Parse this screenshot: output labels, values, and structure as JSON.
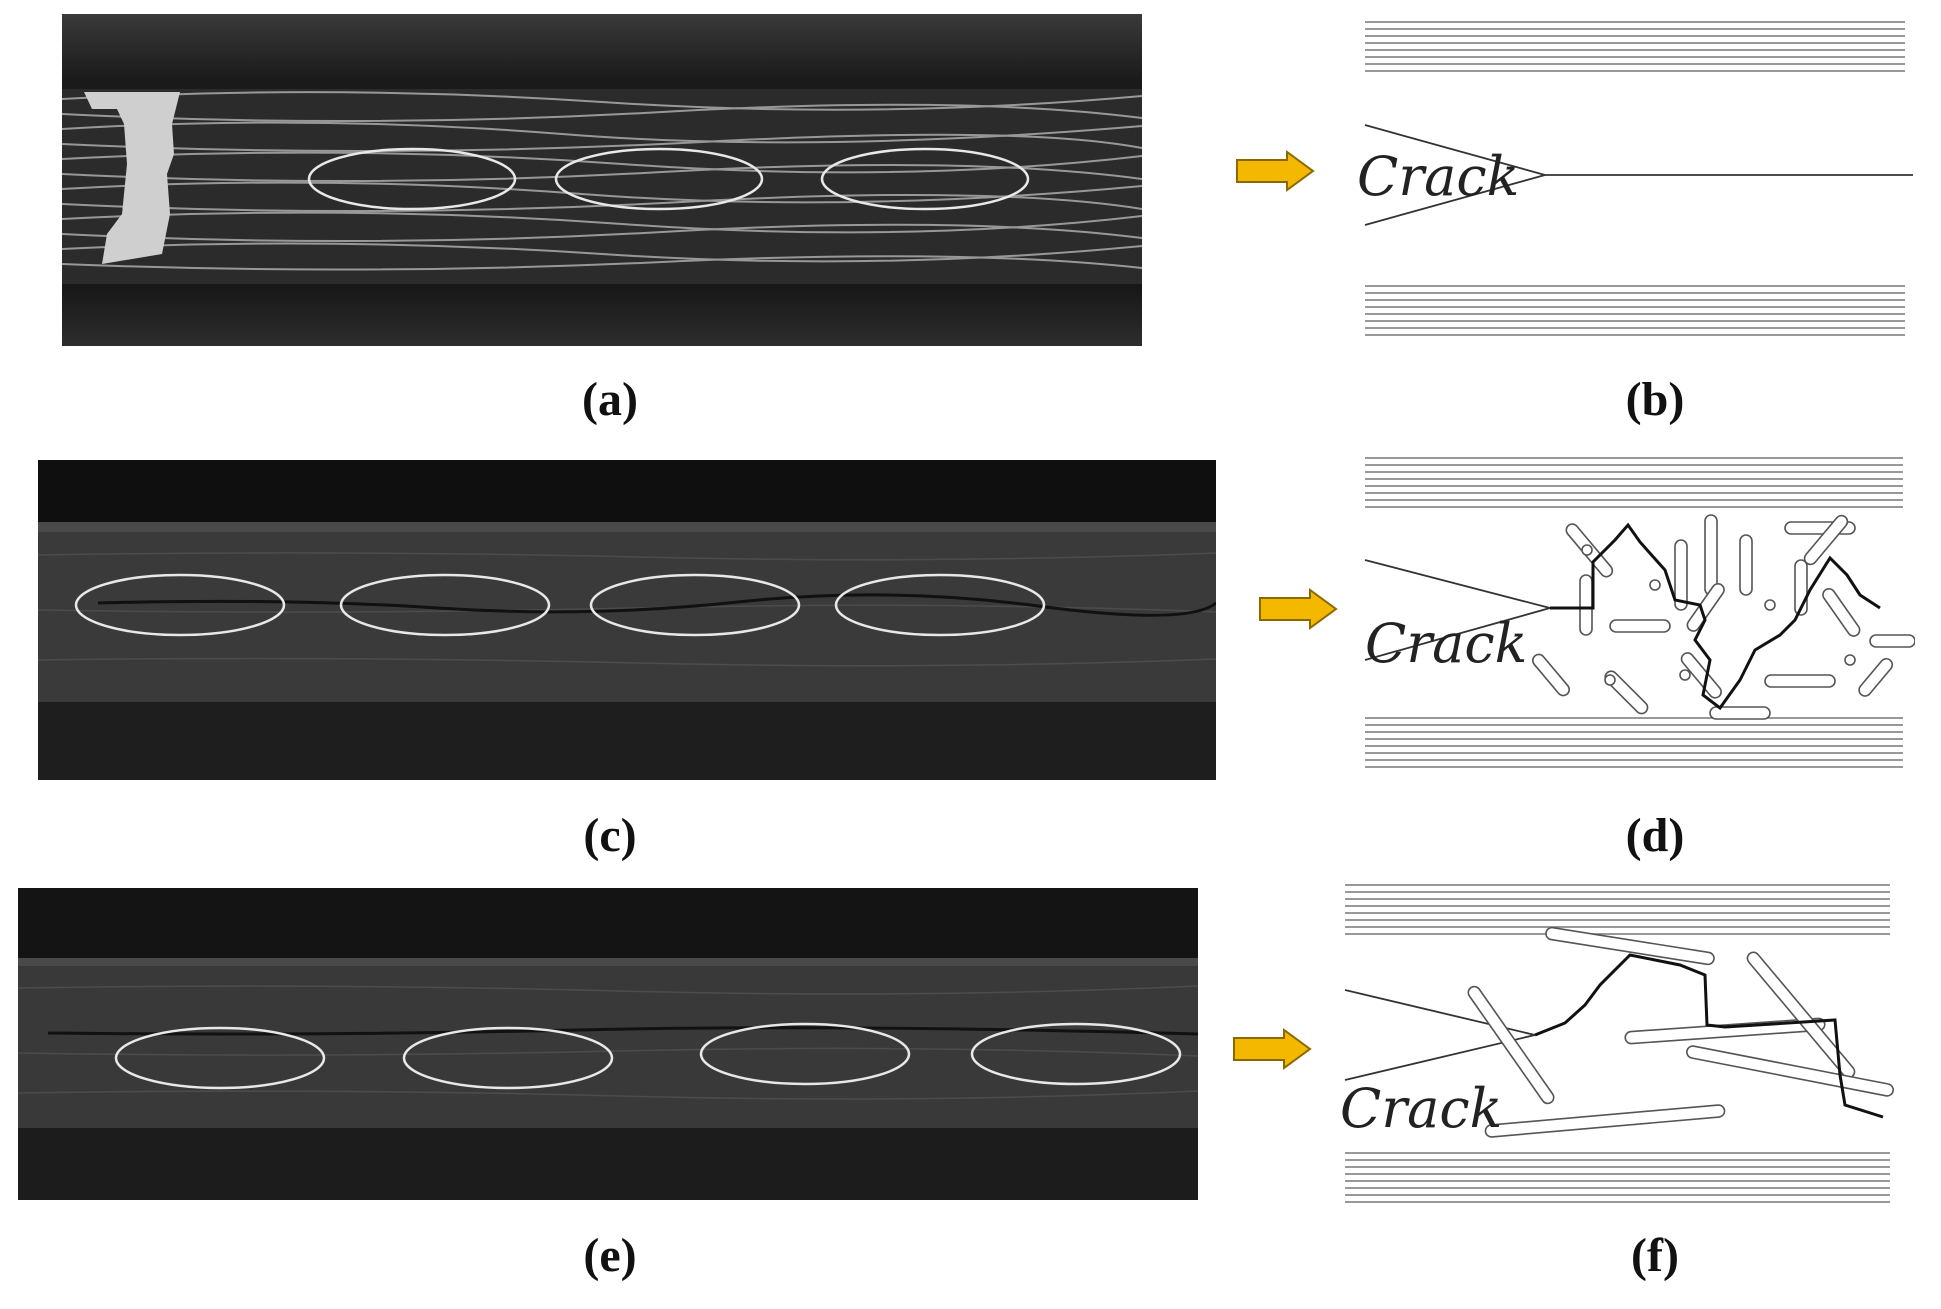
{
  "panels": [
    {
      "id": "a",
      "caption": "(a)",
      "kind": "photo"
    },
    {
      "id": "b",
      "caption": "(b)",
      "kind": "schematic",
      "label": "Crack"
    },
    {
      "id": "c",
      "caption": "(c)",
      "kind": "photo"
    },
    {
      "id": "d",
      "caption": "(d)",
      "kind": "schematic",
      "label": "Crack"
    },
    {
      "id": "e",
      "caption": "(e)",
      "kind": "photo"
    },
    {
      "id": "f",
      "caption": "(f)",
      "kind": "schematic",
      "label": "Crack"
    }
  ],
  "colors": {
    "arrow_fill": "#f5b800",
    "arrow_stroke": "#8a6a00",
    "ellipse_stroke": "#e8e8e8",
    "laminate_line": "#777777"
  },
  "icons": {
    "arrow": "right-arrow-icon"
  }
}
